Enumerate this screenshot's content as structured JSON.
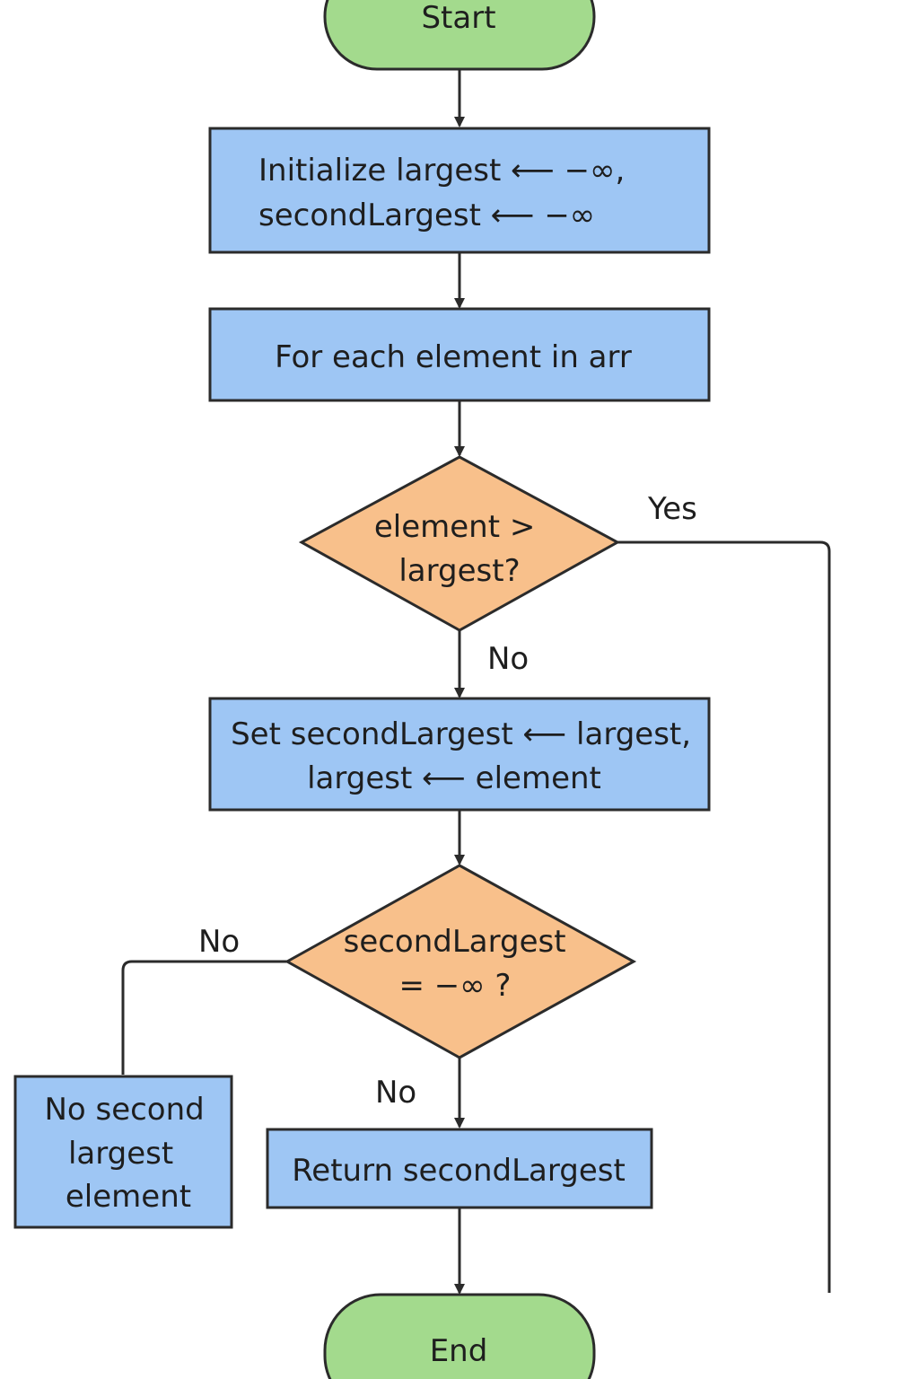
{
  "colors": {
    "terminal_fill": "#a3da8d",
    "process_fill": "#9ec6f4",
    "decision_fill": "#f8c08b",
    "line": "#2b2b2b",
    "text": "#1e1e1e"
  },
  "nodes": {
    "start": {
      "lines": [
        "Start"
      ]
    },
    "init": {
      "lines": [
        "Initialize largest ⟵ −∞,",
        "secondLargest ⟵ −∞"
      ]
    },
    "loop": {
      "lines": [
        "For each element in arr"
      ]
    },
    "decision1": {
      "lines": [
        "element >",
        "largest?"
      ]
    },
    "update": {
      "lines": [
        "Set secondLargest ⟵ largest,",
        "largest ⟵ element"
      ]
    },
    "decision2": {
      "lines": [
        "secondLargest",
        "= −∞ ?"
      ]
    },
    "nosecond": {
      "lines": [
        "No second",
        "largest",
        "element"
      ]
    },
    "return": {
      "lines": [
        "Return secondLargest"
      ]
    },
    "end": {
      "lines": [
        "End"
      ]
    }
  },
  "edge_labels": {
    "d1_yes": "Yes",
    "d1_no": "No",
    "d2_left_no": "No",
    "d2_down_no": "No"
  }
}
